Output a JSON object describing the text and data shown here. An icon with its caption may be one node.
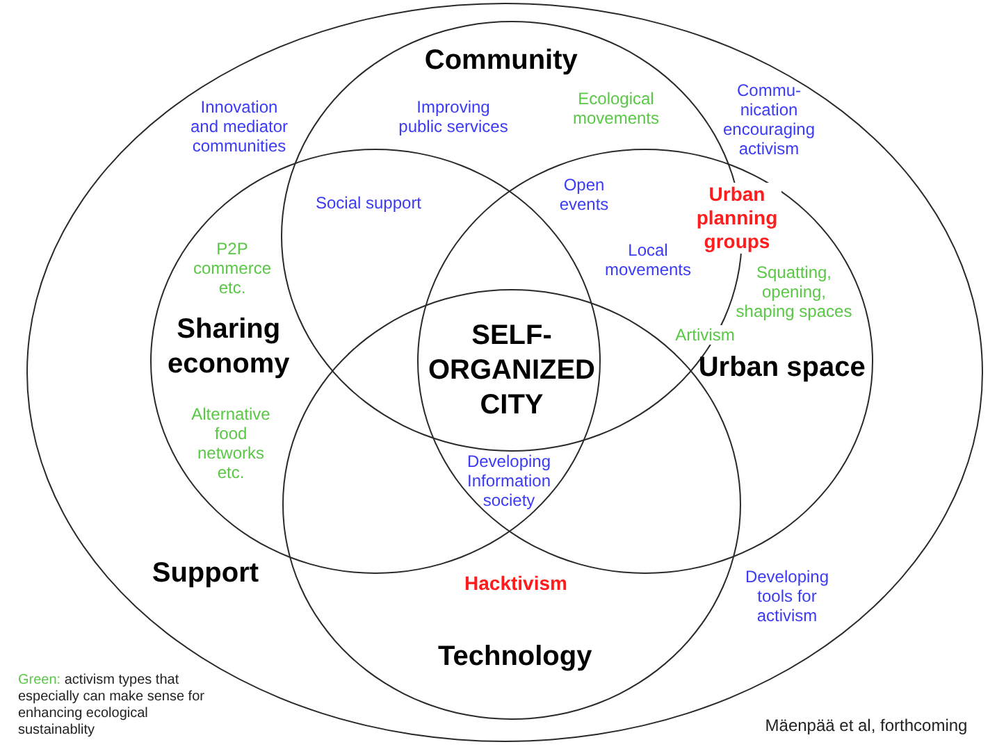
{
  "diagram": {
    "nodes": [
      {
        "text": [
          "Support"
        ]
      },
      {
        "text": [
          "Community"
        ],
        "in": 0
      },
      {
        "text": [
          "Sharing economy"
        ],
        "in": 0
      },
      {
        "text": [
          "Urban space"
        ],
        "in": 0
      },
      {
        "text": [
          "Technology"
        ],
        "in": 0
      }
    ],
    "labels": [
      "Innovation and mediator communities",
      "Improving public services",
      "Ecological movements",
      "Commu- nication encouraging activism",
      "Social support",
      "Open events",
      "Urban planning groups",
      "Local movements",
      "P2P commerce etc.",
      "Squatting, opening, shaping spaces",
      "Artivism",
      "SELF- ORGANIZED CITY",
      "Alternative food networks etc.",
      "Developing Information society",
      "Hacktivism",
      "Developing tools for activism",
      "Green:",
      "Mäenpää et al, forthcoming"
    ],
    "legend": [
      {
        "text": "activism types that especially can make sense for enhancing ecological sustainablity",
        "color": "#5ac846"
      }
    ]
  }
}
